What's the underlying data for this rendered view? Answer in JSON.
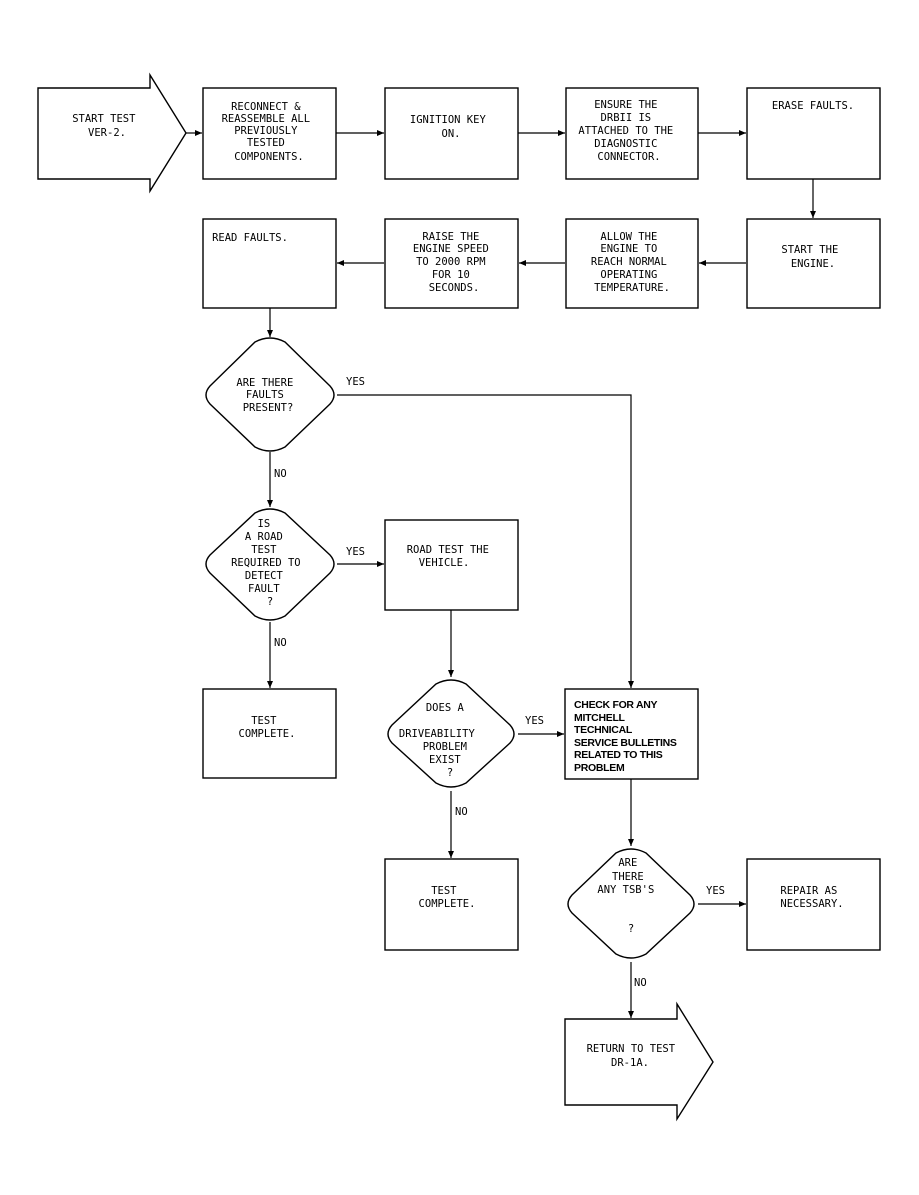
{
  "start": {
    "lines": [
      "START TEST",
      "VER-2."
    ]
  },
  "boxes": {
    "reconnect": [
      "RECONNECT &",
      "REASSEMBLE ALL",
      "PREVIOUSLY",
      "TESTED",
      "COMPONENTS."
    ],
    "ignition": [
      "IGNITION KEY",
      "ON."
    ],
    "ensure": [
      "ENSURE THE",
      "DRBII IS",
      "ATTACHED TO THE",
      "DIAGNOSTIC",
      "CONNECTOR."
    ],
    "erase": [
      "ERASE FAULTS."
    ],
    "start_engine": [
      "START THE",
      "ENGINE."
    ],
    "allow": [
      "ALLOW THE",
      "ENGINE TO",
      "REACH NORMAL",
      "OPERATING",
      "TEMPERATURE."
    ],
    "raise": [
      "RAISE THE",
      "ENGINE SPEED",
      "TO 2000 RPM",
      "FOR 10",
      "SECONDS."
    ],
    "read": [
      "READ FAULTS."
    ],
    "road_test": [
      "ROAD TEST THE",
      "VEHICLE."
    ],
    "complete1": [
      "TEST",
      "COMPLETE."
    ],
    "complete2": [
      "TEST",
      "COMPLETE."
    ],
    "tsb_check": [
      "CHECK FOR ANY",
      "MITCHELL",
      "TECHNICAL",
      "SERVICE BULLETINS",
      "RELATED TO THIS",
      "PROBLEM"
    ],
    "repair": [
      "REPAIR AS",
      "NECESSARY."
    ]
  },
  "decisions": {
    "faults": [
      "ARE THERE",
      "FAULTS",
      "PRESENT?"
    ],
    "road_required": [
      "IS",
      "A ROAD",
      "TEST",
      "REQUIRED TO",
      "DETECT",
      "FAULT",
      "?"
    ],
    "driveability": [
      "DOES A",
      "",
      "DRIVEABILITY",
      "PROBLEM",
      "EXIST",
      "?"
    ],
    "tsbs": [
      "ARE",
      "THERE",
      "ANY TSB'S",
      "",
      "?"
    ]
  },
  "return": {
    "lines": [
      "RETURN TO TEST",
      "DR-1A."
    ]
  },
  "edge_labels": {
    "faults_yes": "YES",
    "faults_no": "NO",
    "road_yes": "YES",
    "road_no": "NO",
    "drive_yes": "YES",
    "drive_no": "NO",
    "tsb_yes": "YES",
    "tsb_no": "NO"
  }
}
